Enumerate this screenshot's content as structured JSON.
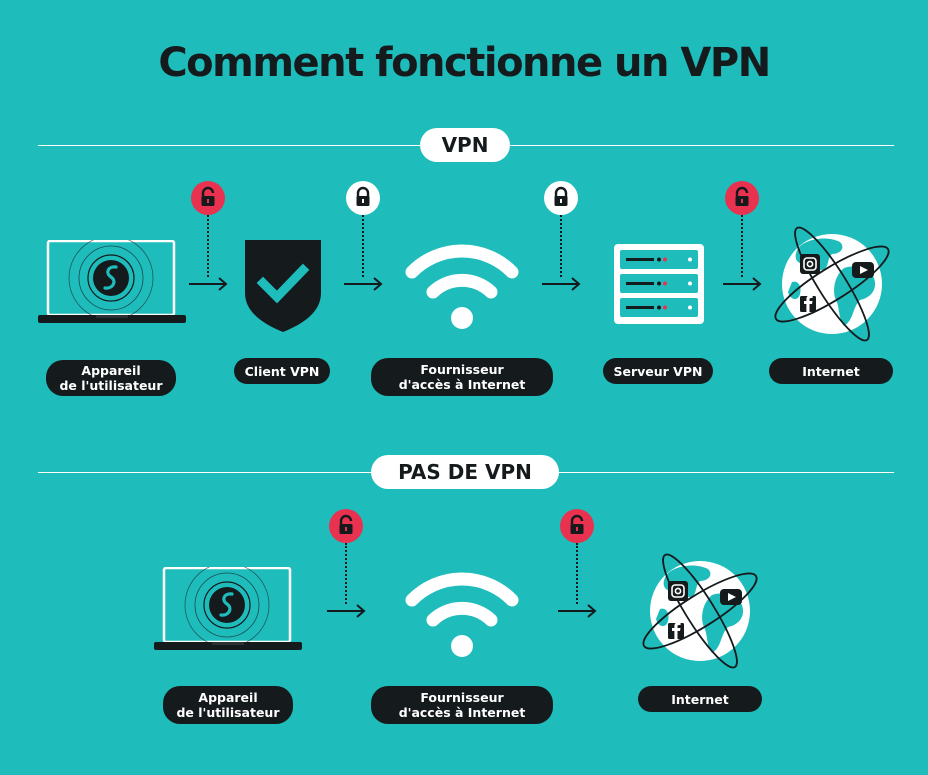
{
  "title": "Comment fonctionne un VPN",
  "colors": {
    "background": "#1fbcbc",
    "dark": "#151a1c",
    "white": "#ffffff",
    "lock_open": "#e8324f",
    "lock_closed": "#ffffff",
    "server_led": "#e8324f"
  },
  "sections": {
    "vpn": {
      "heading": "VPN",
      "nodes": [
        {
          "icon": "laptop-icon",
          "label_line1": "Appareil",
          "label_line2": "de l'utilisateur"
        },
        {
          "icon": "shield-check-icon",
          "label_line1": "Client VPN"
        },
        {
          "icon": "wifi-icon",
          "label_line1": "Fournisseur",
          "label_line2": "d'accès à Internet"
        },
        {
          "icon": "server-icon",
          "label_line1": "Serveur VPN"
        },
        {
          "icon": "globe-icon",
          "label_line1": "Internet"
        }
      ],
      "locks": [
        "open",
        "closed",
        "closed",
        "open"
      ]
    },
    "no_vpn": {
      "heading": "PAS DE VPN",
      "nodes": [
        {
          "icon": "laptop-icon",
          "label_line1": "Appareil",
          "label_line2": "de l'utilisateur"
        },
        {
          "icon": "wifi-icon",
          "label_line1": "Fournisseur",
          "label_line2": "d'accès à Internet"
        },
        {
          "icon": "globe-icon",
          "label_line1": "Internet"
        }
      ],
      "locks": [
        "open",
        "open"
      ]
    }
  }
}
